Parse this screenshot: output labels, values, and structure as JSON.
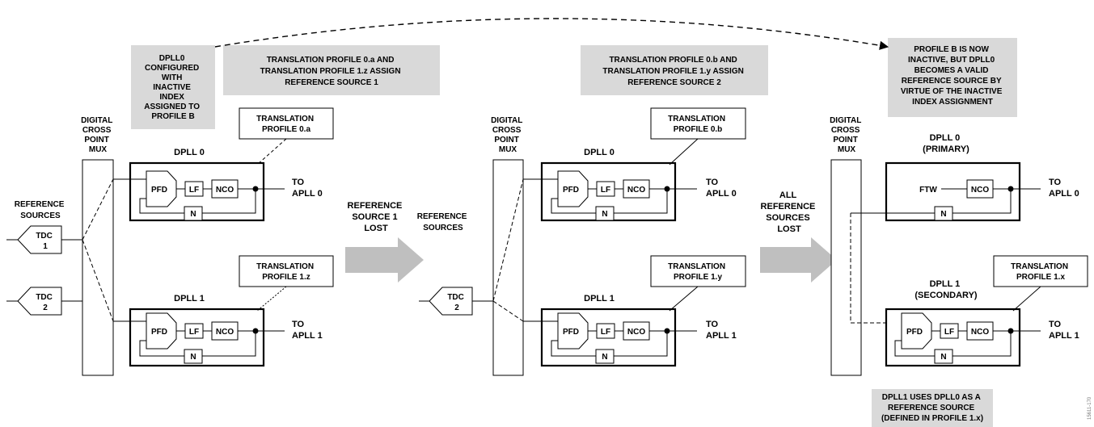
{
  "notes": {
    "dpll0_inactive_index": [
      "DPLL0",
      "CONFIGURED",
      "WITH",
      "INACTIVE",
      "INDEX",
      "ASSIGNED TO",
      "PROFILE B"
    ],
    "stage1_profiles": [
      "TRANSLATION PROFILE 0.a AND",
      "TRANSLATION PROFILE 1.z ASSIGN",
      "REFERENCE SOURCE 1"
    ],
    "stage2_profiles": [
      "TRANSLATION PROFILE 0.b AND",
      "TRANSLATION PROFILE 1.y ASSIGN",
      "REFERENCE SOURCE 2"
    ],
    "stage3_profile_b": [
      "PROFILE B IS NOW",
      "INACTIVE, BUT DPLL0",
      "BECOMES A VALID",
      "REFERENCE SOURCE BY",
      "VIRTUE OF THE INACTIVE",
      "INDEX ASSIGNMENT"
    ],
    "stage3_dpll1": [
      "DPLL1 USES DPLL0 AS A",
      "REFERENCE SOURCE",
      "(DEFINED IN PROFILE 1.x)"
    ]
  },
  "labels": {
    "mux": [
      "DIGITAL",
      "CROSS",
      "POINT",
      "MUX"
    ],
    "reference_sources_2line": [
      "REFERENCE",
      "SOURCES"
    ],
    "tdc1": [
      "TDC",
      "1"
    ],
    "tdc2": [
      "TDC",
      "2"
    ],
    "to_apll0": [
      "TO",
      "APLL 0"
    ],
    "to_apll1": [
      "TO",
      "APLL 1"
    ],
    "pfd": "PFD",
    "lf": "LF",
    "nco": "NCO",
    "n": "N",
    "ftw": "FTW"
  },
  "stage1": {
    "dpll0_title": "DPLL 0",
    "dpll1_title": "DPLL 1",
    "profile_top": [
      "TRANSLATION",
      "PROFILE 0.a"
    ],
    "profile_bottom": [
      "TRANSLATION",
      "PROFILE 1.z"
    ]
  },
  "transition1": [
    "REFERENCE",
    "SOURCE 1",
    "LOST"
  ],
  "stage2": {
    "dpll0_title": "DPLL 0",
    "dpll1_title": "DPLL 1",
    "profile_top": [
      "TRANSLATION",
      "PROFILE 0.b"
    ],
    "profile_bottom": [
      "TRANSLATION",
      "PROFILE 1.y"
    ]
  },
  "transition2": [
    "ALL",
    "REFERENCE",
    "SOURCES",
    "LOST"
  ],
  "stage3": {
    "dpll0_title": [
      "DPLL 0",
      "(PRIMARY)"
    ],
    "dpll1_title": [
      "DPLL 1",
      "(SECONDARY)"
    ],
    "profile_bottom": [
      "TRANSLATION",
      "PROFILE 1.x"
    ]
  },
  "figure_id": "15611-170",
  "colors": {
    "note_bg": "#d9d9d9",
    "arrow": "#bfbfbf",
    "line": "#000000"
  }
}
